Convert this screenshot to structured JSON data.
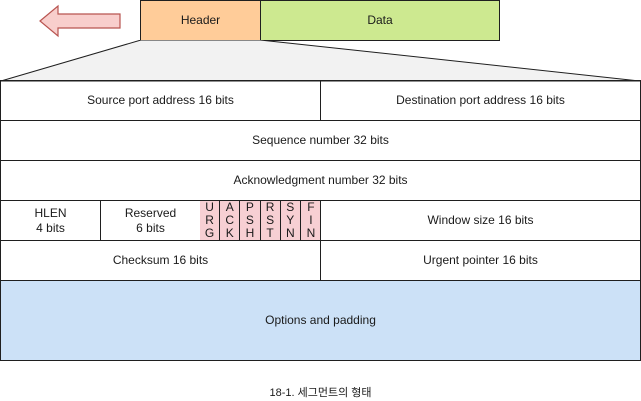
{
  "packet": {
    "header_label": "Header",
    "data_label": "Data"
  },
  "fields": {
    "source_port": "Source port address 16 bits",
    "destination_port": "Destination port address 16 bits",
    "sequence": "Sequence number 32 bits",
    "acknowledgment": "Acknowledgment number 32 bits",
    "hlen": "HLEN\n4 bits",
    "reserved": "Reserved\n6 bits",
    "flags": [
      {
        "name": "urg",
        "text": "U\nR\nG"
      },
      {
        "name": "ack",
        "text": "A\nC\nK"
      },
      {
        "name": "psh",
        "text": "P\nS\nH"
      },
      {
        "name": "rst",
        "text": "R\nS\nT"
      },
      {
        "name": "syn",
        "text": "S\nY\nN"
      },
      {
        "name": "fin",
        "text": "F\nI\nN"
      }
    ],
    "window_size": "Window size 16 bits",
    "checksum": "Checksum 16 bits",
    "urgent_pointer": "Urgent pointer 16 bits",
    "options": "Options and padding"
  },
  "caption": "18-1. 세그먼트의 형태",
  "colors": {
    "header": "#ffcc99",
    "data": "#cde990",
    "flags": "#f7cfd3",
    "options": "#cce1f7",
    "arrow": "#f8cecc"
  },
  "icons": {
    "direction_arrow": "left-arrow-icon"
  }
}
